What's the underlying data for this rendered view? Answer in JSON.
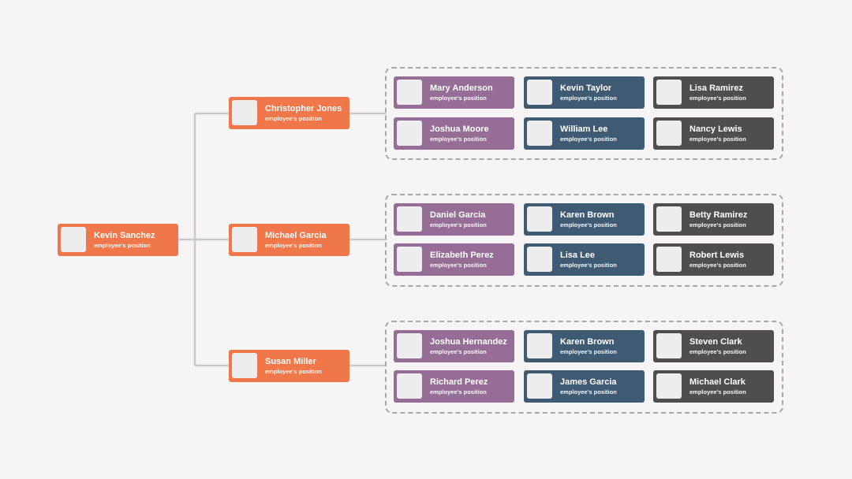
{
  "colors": {
    "background": "#f7f4f5",
    "manager": "#f0774a",
    "col1": "#956d96",
    "col2": "#3f5b74",
    "col3": "#4e4e4e",
    "connector": "#c9c9c9",
    "group_border": "#a8a8a8"
  },
  "root": {
    "name": "Kevin Sanchez",
    "position": "employee's position"
  },
  "managers": [
    {
      "name": "Christopher Jones",
      "position": "employee's position",
      "team": [
        {
          "name": "Mary Anderson",
          "position": "employee's position"
        },
        {
          "name": "Kevin Taylor",
          "position": "employee's position"
        },
        {
          "name": "Lisa Ramirez",
          "position": "employee's position"
        },
        {
          "name": "Joshua Moore",
          "position": "employee's position"
        },
        {
          "name": "William Lee",
          "position": "employee's position"
        },
        {
          "name": "Nancy Lewis",
          "position": "employee's position"
        }
      ]
    },
    {
      "name": "Michael Garcia",
      "position": "employee's position",
      "team": [
        {
          "name": "Daniel Garcia",
          "position": "employee's position"
        },
        {
          "name": "Karen Brown",
          "position": "employee's position"
        },
        {
          "name": "Betty Ramirez",
          "position": "employee's position"
        },
        {
          "name": "Elizabeth Perez",
          "position": "employee's position"
        },
        {
          "name": "Lisa Lee",
          "position": "employee's position"
        },
        {
          "name": "Robert Lewis",
          "position": "employee's position"
        }
      ]
    },
    {
      "name": "Susan Miller",
      "position": "employee's position",
      "team": [
        {
          "name": "Joshua Hernandez",
          "position": "employee's position"
        },
        {
          "name": "Karen Brown",
          "position": "employee's position"
        },
        {
          "name": "Steven Clark",
          "position": "employee's position"
        },
        {
          "name": "Richard Perez",
          "position": "employee's position"
        },
        {
          "name": "James Garcia",
          "position": "employee's position"
        },
        {
          "name": "Michael Clark",
          "position": "employee's position"
        }
      ]
    }
  ]
}
